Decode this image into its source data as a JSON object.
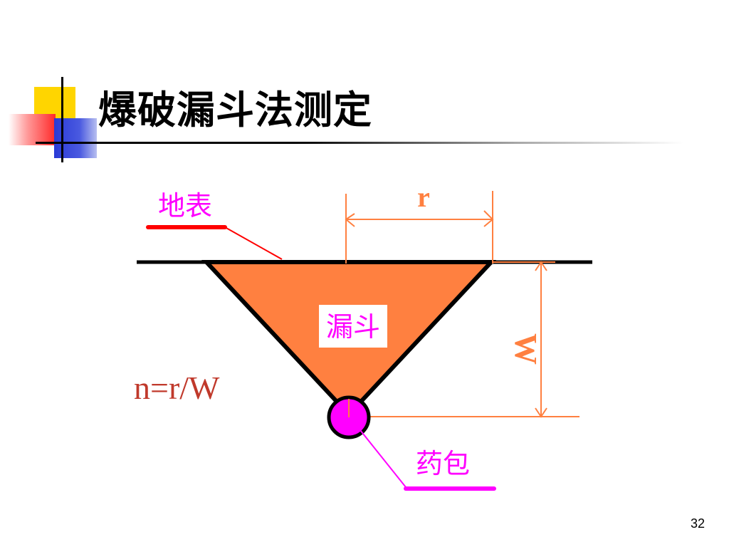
{
  "slide": {
    "title": "爆破漏斗法测定",
    "page_number": "32"
  },
  "diagram": {
    "ground_label": "地表",
    "funnel_label": "漏斗",
    "charge_label": "药包",
    "radius_label": "r",
    "depth_label": "W",
    "formula": "n=r/W"
  },
  "colors": {
    "funnel_fill": "#ff8040",
    "accent_red": "#ff0000",
    "magenta": "#ff00ff",
    "dimension": "#ff8040",
    "deco_yellow": "#ffd500",
    "deco_blue": "#2a3ad6"
  }
}
